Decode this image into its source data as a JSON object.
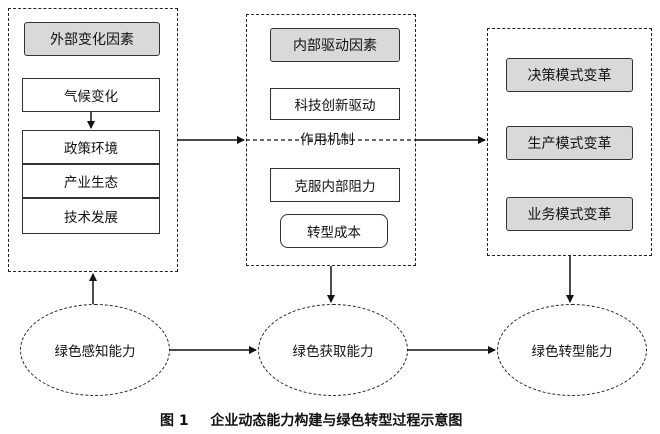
{
  "external_panel": {
    "title": "外部变化因素",
    "climate": "气候变化",
    "items": [
      "政策环境",
      "产业生态",
      "技术发展"
    ]
  },
  "internal_panel": {
    "title": "内部驱动因素",
    "tech_driver": "科技创新驱动",
    "mechanism": "作用机制",
    "resistance": "克服内部阻力",
    "cost": "转型成本"
  },
  "change_panel": {
    "items": [
      "决策模式变革",
      "生产模式变革",
      "业务模式变革"
    ]
  },
  "capabilities": {
    "sensing": "绿色感知能力",
    "acquiring": "绿色获取能力",
    "transforming": "绿色转型能力"
  },
  "caption": {
    "figure_no": "图 1",
    "title": "企业动态能力构建与绿色转型过程示意图"
  }
}
